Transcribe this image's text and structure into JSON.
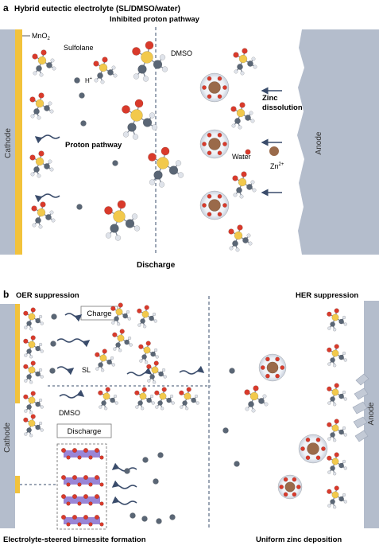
{
  "panel_a": {
    "letter": "a",
    "title": "Hybrid eutectic electrolyte (SL/DMSO/water)",
    "subtitle": "Inhibited proton pathway",
    "mno2": "MnO",
    "mno2_sub": "2",
    "sulfolane": "Sulfolane",
    "dmso": "DMSO",
    "hplus": "H",
    "hplus_sup": "+",
    "proton_pathway": "Proton pathway",
    "zinc_dissolution_1": "Zinc",
    "zinc_dissolution_2": "dissolution",
    "water": "Water",
    "zn": "Zn",
    "zn_sup": "2+",
    "cathode": "Cathode",
    "anode": "Anode",
    "discharge": "Discharge"
  },
  "panel_b": {
    "letter": "b",
    "oer": "OER suppression",
    "her": "HER suppression",
    "charge_box": "Charge",
    "sl": "SL",
    "dmso": "DMSO",
    "discharge_box": "Discharge",
    "cathode": "Cathode",
    "anode": "Anode",
    "birnessite": "Electrolyte-steered birnessite formation",
    "uniform": "Uniform zinc deposition"
  },
  "colors": {
    "electrode": "#b4bdcc",
    "mno2": "#f2c23b",
    "sulfur": "#f2c94c",
    "oxygen": "#d93a2b",
    "carbon": "#5a6675",
    "hydrogen": "#dfe3ea",
    "zinc": "#9a6a4a",
    "arrow": "#3a4c6b",
    "birnessite": "#9a86d6"
  }
}
